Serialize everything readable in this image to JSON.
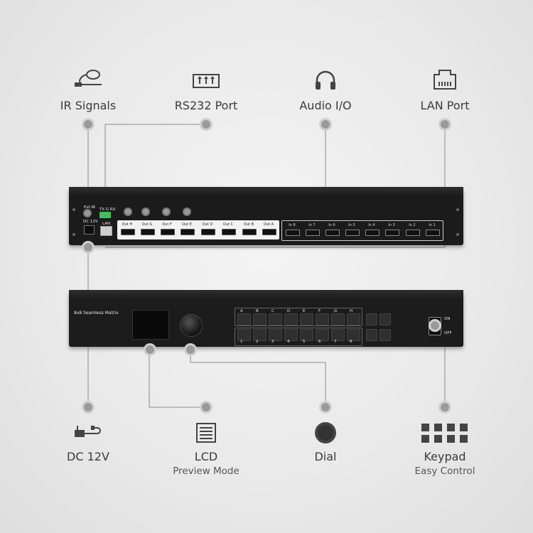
{
  "features_top": [
    {
      "title": "IR Signals",
      "icon": "ir-cable-icon"
    },
    {
      "title": "RS232 Port",
      "icon": "rs232-port-icon"
    },
    {
      "title": "Audio I/O",
      "icon": "headphones-icon"
    },
    {
      "title": "LAN Port",
      "icon": "ethernet-port-icon"
    }
  ],
  "features_bottom": [
    {
      "title": "DC 12V",
      "subtitle": "",
      "icon": "power-adapter-icon"
    },
    {
      "title": "LCD",
      "subtitle": "Preview Mode",
      "icon": "lcd-screen-icon"
    },
    {
      "title": "Dial",
      "subtitle": "",
      "icon": "dial-knob-icon"
    },
    {
      "title": "Keypad",
      "subtitle": "Easy Control",
      "icon": "keypad-icon"
    }
  ],
  "back_panel": {
    "ext_ir": "Ext.IR",
    "tx_rx": "TX G RX",
    "dc": "DC 12V",
    "lan": "LAN",
    "outputs": [
      "Out H",
      "Out G",
      "Out F",
      "Out E",
      "Out D",
      "Out C",
      "Out B",
      "Out A"
    ],
    "inputs": [
      "In 8",
      "In 7",
      "In 6",
      "In 5",
      "In 4",
      "In 3",
      "In 2",
      "In 1"
    ]
  },
  "front_panel": {
    "model": "8x8 Seamless Matrix",
    "row1_keys": [
      "A",
      "B",
      "C",
      "D",
      "E",
      "F",
      "G",
      "H"
    ],
    "row2_keys": [
      "1",
      "2",
      "3",
      "4",
      "5",
      "6",
      "7",
      "8"
    ],
    "power_on": "ON",
    "power_off": "OFF"
  },
  "colors": {
    "device": "#1b1b1b",
    "accent_green": "#3fbf5f",
    "dot": "#9a9a9a"
  }
}
